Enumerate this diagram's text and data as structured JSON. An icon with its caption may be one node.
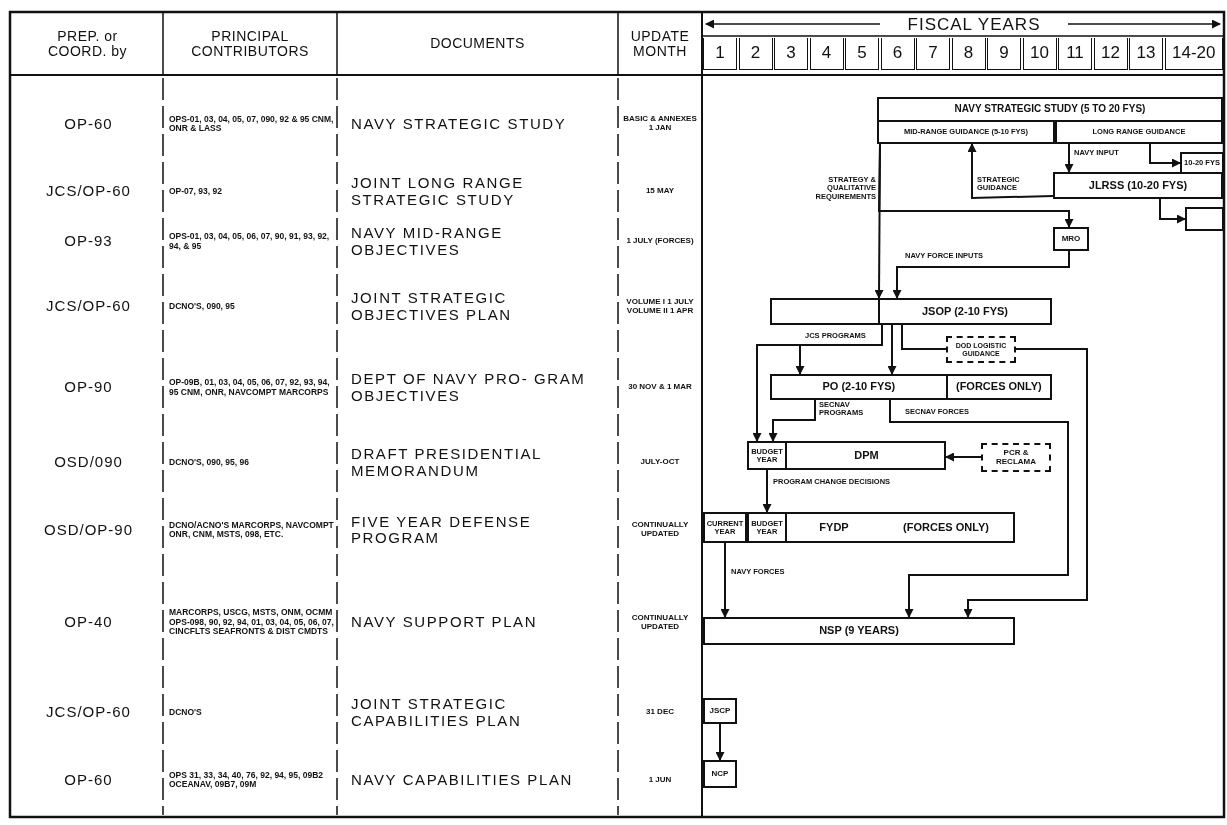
{
  "diagram": {
    "nodes": [
      {
        "text": [
          "NAVY STRATEGIC STUDY (5 TO 20 FYS)"
        ]
      },
      {
        "text": [
          "MID-RANGE GUIDANCE (5-10 FYS)"
        ],
        "in": 0
      },
      {
        "text": [
          "LONG RANGE GUIDANCE"
        ],
        "in": 0
      },
      {
        "text": [
          "10-20 FYS"
        ]
      },
      {
        "text": [
          "JLRSS (10-20 FYS)"
        ]
      },
      {
        "text": [],
        "shape": "box"
      },
      {
        "text": [
          "MRO"
        ]
      },
      {
        "text": [
          "JSOP (2-10 FYS)"
        ]
      },
      {
        "text": [
          "DOD LOGISTIC GUIDANCE"
        ]
      },
      {
        "text": [
          "PO (2-10 FYS)",
          "(FORCES ONLY)"
        ]
      },
      {
        "text": [
          "DPM"
        ]
      },
      {
        "text": [
          "BUDGET YEAR"
        ],
        "in": 10
      },
      {
        "text": [
          "PCR & RECLAMA"
        ]
      },
      {
        "text": [
          "FYDP",
          "(FORCES ONLY)"
        ]
      },
      {
        "text": [
          "CURRENT YEAR"
        ],
        "in": 13
      },
      {
        "text": [
          "BUDGET YEAR"
        ],
        "in": 13
      },
      {
        "text": [
          "NSP (9 YEARS)"
        ]
      },
      {
        "text": [
          "JSCP"
        ]
      },
      {
        "text": [
          "NCP"
        ]
      }
    ],
    "edges": [
      {
        "from": 1,
        "to": 7,
        "arrow": "to",
        "label": "STRATEGY & QUALITATIVE REQUIREMENTS"
      },
      {
        "from": 1,
        "to": 6,
        "arrow": "to"
      },
      {
        "from": 4,
        "to": 1,
        "arrow": "to",
        "label": "STRATEGIC GUIDANCE"
      },
      {
        "from": 2,
        "to": 4,
        "arrow": "to",
        "label": "NAVY INPUT"
      },
      {
        "from": 2,
        "to": 3,
        "arrow": "to"
      },
      {
        "from": 4,
        "to": 5,
        "arrow": "to"
      },
      {
        "from": 6,
        "to": 7,
        "arrow": "to",
        "label": "NAVY FORCE INPUTS"
      },
      {
        "from": 7,
        "to": 9,
        "arrow": "to",
        "label": "JCS PROGRAMS"
      },
      {
        "from": 7,
        "to": 11,
        "arrow": "to"
      },
      {
        "from": 7,
        "to": 9,
        "arrow": "to"
      },
      {
        "from": 7,
        "to": 8,
        "arrow": "none"
      },
      {
        "from": 8,
        "to": 16,
        "arrow": "to"
      },
      {
        "from": 9,
        "to": 11,
        "arrow": "to",
        "label": "SECNAV PROGRAMS"
      },
      {
        "from": 9,
        "to": 16,
        "arrow": "to",
        "label": "SECNAV FORCES"
      },
      {
        "from": 12,
        "to": 10,
        "arrow": "to"
      },
      {
        "from": 11,
        "to": 15,
        "arrow": "to",
        "label": "PROGRAM CHANGE DECISIONS"
      },
      {
        "from": 14,
        "to": 16,
        "arrow": "to",
        "label": "NAVY FORCES"
      },
      {
        "from": 17,
        "to": 18,
        "arrow": "to"
      }
    ],
    "labels": [
      "PREP. or COORD. by",
      "PRINCIPAL CONTRIBUTORS",
      "DOCUMENTS",
      "UPDATE MONTH",
      "OP-60",
      "OPS-01, 03, 04, 05, 07, 090, 92 & 95 CNM, ONR & LASS",
      "NAVY STRATEGIC STUDY",
      "BASIC & ANNEXES 1 JAN",
      "JCS/OP-60",
      "OP-07, 93, 92",
      "JOINT LONG RANGE STRATEGIC STUDY",
      "15 MAY",
      "OP-93",
      "OPS-01, 03, 04, 05, 06, 07, 90, 91, 93, 92, 94, & 95",
      "NAVY MID-RANGE OBJECTIVES",
      "1 JULY (FORCES)",
      "JCS/OP-60",
      "DCNO'S, 090, 95",
      "JOINT STRATEGIC OBJECTIVES PLAN",
      "VOLUME I 1 JULY VOLUME II 1 APR",
      "OP-90",
      "OP-09B, 01, 03, 04, 05, 06, 07, 92, 93, 94, 95 CNM, ONR, NAVCOMPT MARCORPS",
      "DEPT OF NAVY PRO- GRAM OBJECTIVES",
      "30 NOV & 1 MAR",
      "OSD/090",
      "DCNO'S, 090, 95, 96",
      "DRAFT PRESIDENTIAL MEMORANDUM",
      "JULY-OCT",
      "OSD/OP-90",
      "DCNO/ACNO'S MARCORPS, NAVCOMPT ONR, CNM, MSTS, 098, ETC.",
      "FIVE YEAR DEFENSE PROGRAM",
      "CONTINUALLY UPDATED",
      "OP-40",
      "MARCORPS, USCG, MSTS, ONM, OCMM OPS-098, 90, 92, 94, 01, 03, 04, 05, 06, 07, CINCFLTS SEAFRONTS & DIST CMDTS",
      "NAVY SUPPORT PLAN",
      "CONTINUALLY UPDATED",
      "JCS/OP-60",
      "DCNO'S",
      "JOINT STRATEGIC CAPABILITIES PLAN",
      "31 DEC",
      "OP-60",
      "OPS 31, 33, 34, 40, 76, 92, 94, 95, 09B2 OCEANAV, 09B7, 09M",
      "NAVY CAPABILITIES PLAN",
      "1 JUN",
      "FISCAL YEARS",
      "1",
      "2",
      "3",
      "4",
      "5",
      "6",
      "7",
      "8",
      "9",
      "10",
      "11",
      "12",
      "13",
      "14-20"
    ]
  }
}
